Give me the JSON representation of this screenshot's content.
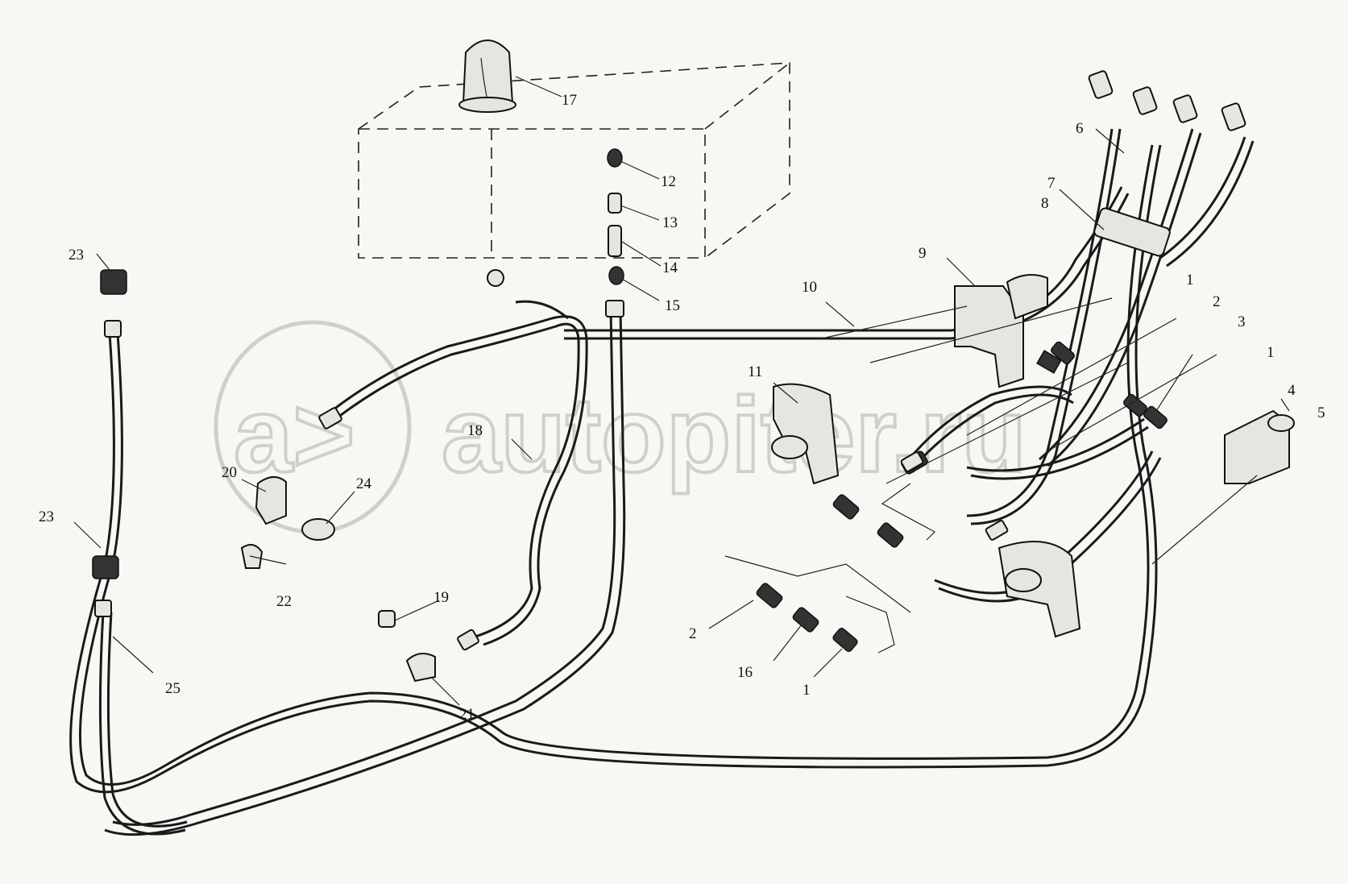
{
  "watermark": {
    "mark": "a>",
    "site": "autopiter.ru"
  },
  "callouts": [
    {
      "id": "c1a",
      "text": "1"
    },
    {
      "id": "c1b",
      "text": "1"
    },
    {
      "id": "c1c",
      "text": "1"
    },
    {
      "id": "c2a",
      "text": "2"
    },
    {
      "id": "c2b",
      "text": "2"
    },
    {
      "id": "c3",
      "text": "3"
    },
    {
      "id": "c4",
      "text": "4"
    },
    {
      "id": "c5",
      "text": "5"
    },
    {
      "id": "c6",
      "text": "6"
    },
    {
      "id": "c7",
      "text": "7"
    },
    {
      "id": "c8",
      "text": "8"
    },
    {
      "id": "c9",
      "text": "9"
    },
    {
      "id": "c10",
      "text": "10"
    },
    {
      "id": "c11",
      "text": "11"
    },
    {
      "id": "c12",
      "text": "12"
    },
    {
      "id": "c13",
      "text": "13"
    },
    {
      "id": "c14",
      "text": "14"
    },
    {
      "id": "c15",
      "text": "15"
    },
    {
      "id": "c16",
      "text": "16"
    },
    {
      "id": "c17",
      "text": "17"
    },
    {
      "id": "c18",
      "text": "18"
    },
    {
      "id": "c19",
      "text": "19"
    },
    {
      "id": "c20",
      "text": "20"
    },
    {
      "id": "c21",
      "text": "21"
    },
    {
      "id": "c22",
      "text": "22"
    },
    {
      "id": "c23a",
      "text": "23"
    },
    {
      "id": "c23b",
      "text": "23"
    },
    {
      "id": "c24",
      "text": "24"
    },
    {
      "id": "c25",
      "text": "25"
    }
  ]
}
